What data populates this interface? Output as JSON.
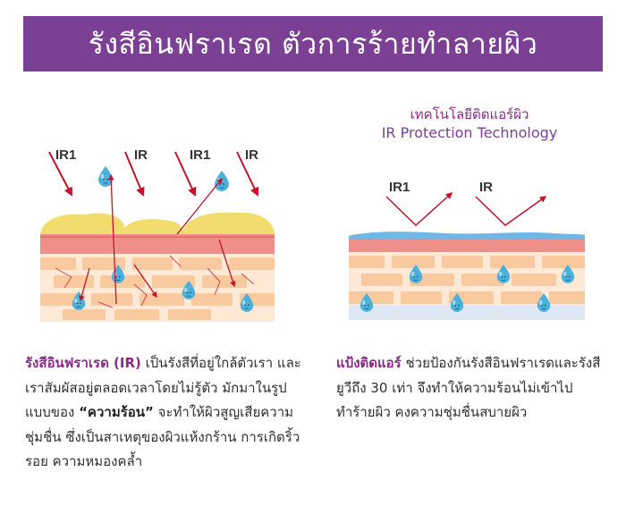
{
  "banner": {
    "title": "รังสีอินฟราเรด ตัวการร้ายทำลายผิว"
  },
  "right_panel": {
    "heading_th": "เทคโนโลยีติดแอร์ผิว",
    "heading_en": "IR Protection Technology",
    "ray_labels": [
      "IR1",
      "IR"
    ]
  },
  "left_panel": {
    "ray_labels": [
      "IR1",
      "IR",
      "IR1",
      "IR"
    ]
  },
  "left_text": {
    "highlight": "รังสีอินฟราเรด (IR)",
    "part1": " เป็นรังสีที่อยู่ใกล้ตัวเรา และเราสัมผัสอยู่ตลอดเวลาโดยไม่รู้ตัว มักมาในรูปแบบของ ",
    "bold": "“ความร้อน”",
    "part2": " จะทำให้ผิวสูญเสียความชุ่มชื่น ซึ่งเป็นสาเหตุของผิวแห้งกร้าน การเกิดริ้วรอย ความหมองคล้ำ"
  },
  "right_text": {
    "highlight": "แป้งติดแอร์",
    "part1": " ช่วยป้องกันรังสีอินฟราเรดและรังสียูวีถึง 30 เท่า จึงทำให้ความร้อนไม่เข้าไปทำร้ายผิว คงความชุ่มชื่นสบายผิว"
  },
  "colors": {
    "banner": "#7b3f94",
    "highlight": "#8a2b86",
    "ray": "#c3122a",
    "droplet": "#4ab0dc",
    "fat": "#f3dc6e",
    "skin_top": "#ee8f89",
    "brick": "#f9c9a0",
    "mortar": "#fde9d6",
    "shield": "#6fb7e4"
  }
}
